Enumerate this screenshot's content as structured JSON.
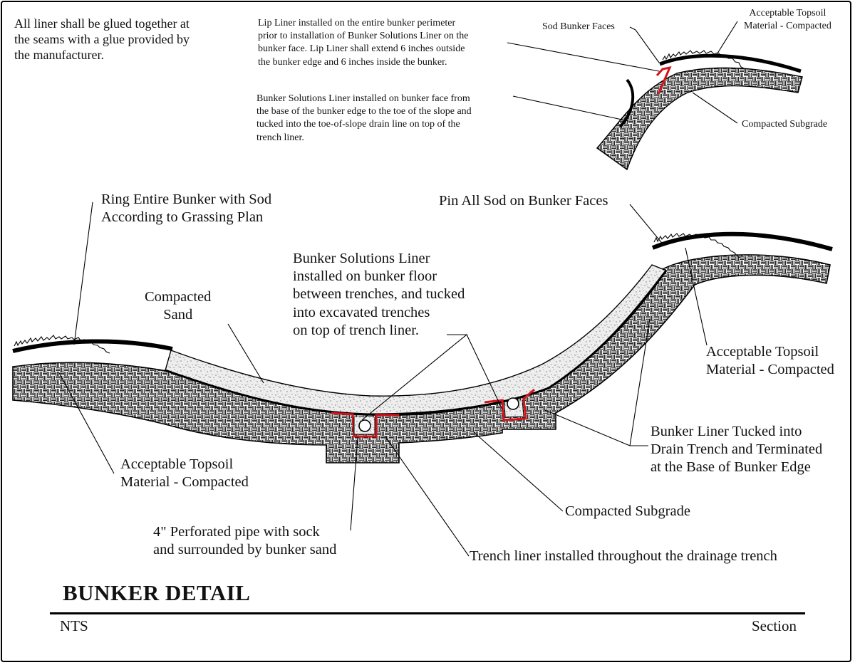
{
  "colors": {
    "ink": "#000000",
    "liner_red": "#d4141c",
    "sand_fill": "#ececec"
  },
  "notes": {
    "glue": "All liner shall be glued together at\nthe seams with a glue provided by\nthe manufacturer.",
    "lip_liner": "Lip Liner installed on the entire bunker perimeter\nprior to installation of Bunker Solutions Liner on the\nbunker face.  Lip Liner shall extend 6 inches outside\nthe bunker edge and 6 inches inside the bunker.",
    "face_liner": "Bunker Solutions Liner installed on bunker face from\nthe base of the bunker edge to the toe of the slope and\ntucked into the toe-of-slope drain line on top of the\ntrench liner.",
    "sod_faces_small": "Sod Bunker Faces",
    "topsoil_small": "Acceptable Topsoil\nMaterial - Compacted",
    "subgrade_small": "Compacted Subgrade",
    "ring_sod": "Ring Entire Bunker with Sod\nAccording to Grassing Plan",
    "pin_sod": "Pin All Sod on Bunker Faces",
    "compacted_sand": "Compacted\nSand",
    "floor_liner": "Bunker Solutions Liner\ninstalled on bunker floor\nbetween trenches, and tucked\ninto excavated trenches\non top of trench liner.",
    "topsoil_right": "Acceptable Topsoil\nMaterial - Compacted",
    "liner_tucked": "Bunker Liner Tucked into\nDrain Trench and Terminated\nat the Base of Bunker Edge",
    "topsoil_left": "Acceptable Topsoil\nMaterial - Compacted",
    "subgrade_main": "Compacted Subgrade",
    "pipe": "4\" Perforated pipe with sock\nand surrounded by bunker sand",
    "trench_liner": "Trench liner installed throughout the drainage trench"
  },
  "title": "BUNKER DETAIL",
  "scale": "NTS",
  "view": "Section"
}
